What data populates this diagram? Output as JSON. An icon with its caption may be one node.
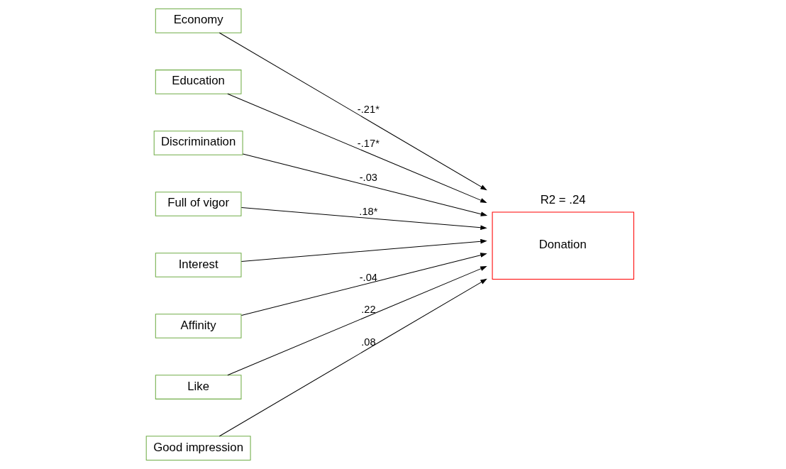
{
  "diagram": {
    "nodes": [
      {
        "text": [
          "Economy"
        ]
      },
      {
        "text": [
          "Education"
        ]
      },
      {
        "text": [
          "Discrimination"
        ]
      },
      {
        "text": [
          "Full of vigor"
        ]
      },
      {
        "text": [
          "Interest"
        ]
      },
      {
        "text": [
          "Affinity"
        ]
      },
      {
        "text": [
          "Like"
        ]
      },
      {
        "text": [
          "Good impression"
        ]
      },
      {
        "text": [
          "Donation"
        ],
        "beside": [
          "R2 = .24"
        ]
      }
    ],
    "edges": [
      {
        "from": 0,
        "to": 8,
        "arrow": "to",
        "label": "-.21*"
      },
      {
        "from": 1,
        "to": 8,
        "arrow": "to",
        "label": "-.17*"
      },
      {
        "from": 2,
        "to": 8,
        "arrow": "to",
        "label": "-.03"
      },
      {
        "from": 3,
        "to": 8,
        "arrow": "to",
        "label": ".18*"
      },
      {
        "from": 4,
        "to": 8,
        "arrow": "to"
      },
      {
        "from": 5,
        "to": 8,
        "arrow": "to",
        "label": "-.04"
      },
      {
        "from": 6,
        "to": 8,
        "arrow": "to",
        "label": ".22"
      },
      {
        "from": 7,
        "to": 8,
        "arrow": "to",
        "label": ".08"
      }
    ]
  }
}
